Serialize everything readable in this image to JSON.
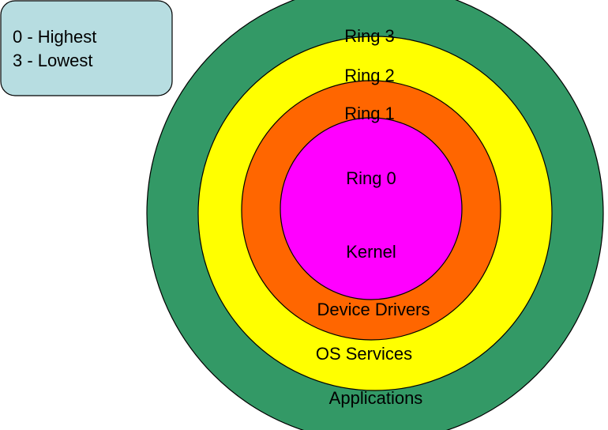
{
  "legend": {
    "line1": "0 - Highest",
    "line2": "3 - Lowest",
    "fill": "#b7dde1"
  },
  "rings": [
    {
      "label": "Ring 3",
      "role": "Applications",
      "color": "#339966"
    },
    {
      "label": "Ring 2",
      "role": "OS Services",
      "color": "#ffff00"
    },
    {
      "label": "Ring 1",
      "role": "Device Drivers",
      "color": "#ff6600"
    },
    {
      "label": "Ring 0",
      "role": "Kernel",
      "color": "#ff00ff"
    }
  ]
}
